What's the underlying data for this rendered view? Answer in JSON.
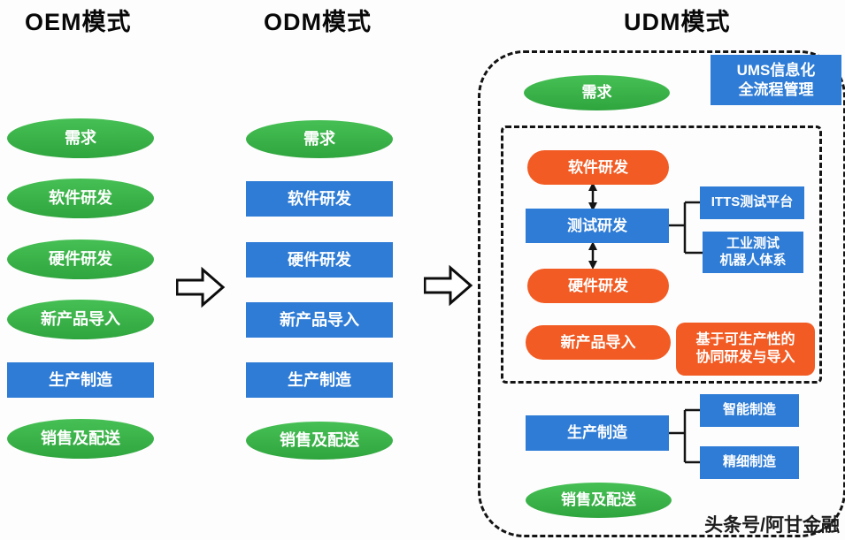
{
  "headers": {
    "oem": "OEM模式",
    "odm": "ODM模式",
    "udm": "UDM模式"
  },
  "colors": {
    "green": "#3ab54a",
    "blue": "#2e7cd6",
    "orange": "#f25b23",
    "dash_border": "#141414"
  },
  "oem": {
    "items": [
      {
        "label": "需求",
        "shape": "ellipse",
        "color": "green"
      },
      {
        "label": "软件研发",
        "shape": "ellipse",
        "color": "green"
      },
      {
        "label": "硬件研发",
        "shape": "ellipse",
        "color": "green"
      },
      {
        "label": "新产品导入",
        "shape": "ellipse",
        "color": "green"
      },
      {
        "label": "生产制造",
        "shape": "rect",
        "color": "blue"
      },
      {
        "label": "销售及配送",
        "shape": "ellipse",
        "color": "green"
      }
    ]
  },
  "odm": {
    "items": [
      {
        "label": "需求",
        "shape": "ellipse",
        "color": "green"
      },
      {
        "label": "软件研发",
        "shape": "rect",
        "color": "blue"
      },
      {
        "label": "硬件研发",
        "shape": "rect",
        "color": "blue"
      },
      {
        "label": "新产品导入",
        "shape": "rect",
        "color": "blue"
      },
      {
        "label": "生产制造",
        "shape": "rect",
        "color": "blue"
      },
      {
        "label": "销售及配送",
        "shape": "ellipse",
        "color": "green"
      }
    ]
  },
  "udm": {
    "ums_badge": "UMS信息化\n全流程管理",
    "demand": "需求",
    "software_rd": "软件研发",
    "testing_rd": "测试研发",
    "hardware_rd": "硬件研发",
    "npi": "新产品导入",
    "itts_platform": "ITTS测试平台",
    "industrial_testing": "工业测试\n机器人体系",
    "collaborative_rd": "基于可生产性的\n协同研发与导入",
    "manufacturing": "生产制造",
    "smart_manufacturing": "智能制造",
    "fine_manufacturing": "精细制造",
    "sales": "销售及配送"
  },
  "footer": {
    "credit": "头条号/阿甘金融"
  }
}
